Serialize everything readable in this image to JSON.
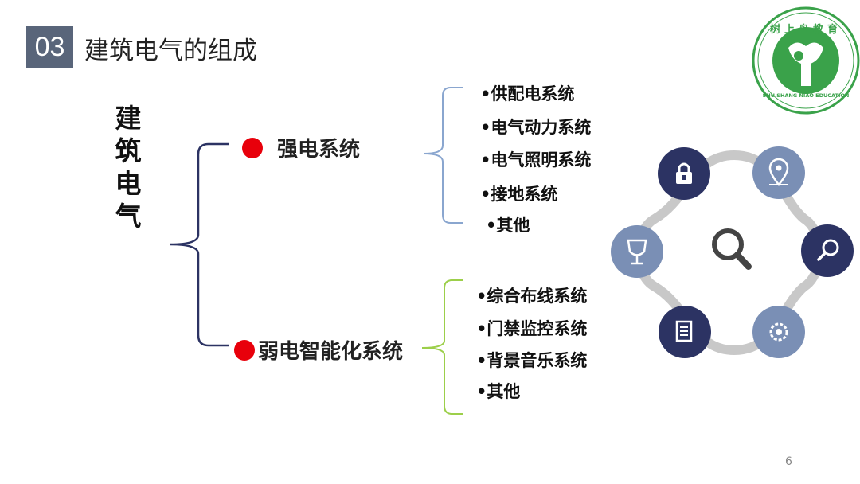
{
  "header": {
    "section_number": "03",
    "title": "建筑电气的组成"
  },
  "root": {
    "label": "建\n筑\n电\n气"
  },
  "branches": [
    {
      "label": "强电系统",
      "items": [
        "•供配电系统",
        "•电气动力系统",
        "•电气照明系统",
        "•接地系统",
        "•其他"
      ]
    },
    {
      "label": "弱电智能化系统",
      "items": [
        "•综合布线系统",
        "•门禁监控系统",
        "•背景音乐系统",
        "•其他"
      ]
    }
  ],
  "logo": {
    "text_top": "树上鸟教育",
    "text_bottom": "SHU SHANG NIAO EDUCATION"
  },
  "icons": [
    "lock-icon",
    "location-pin-icon",
    "search-icon",
    "magnifier-icon",
    "document-icon",
    "settings-icon",
    "trophy-icon"
  ],
  "colors": {
    "accent_dark": "#2c3363",
    "accent_light": "#7a8fb5",
    "bullet_red": "#e8000b",
    "bracket_blue": "#8aa6cf",
    "bracket_green": "#9ccf4a",
    "logo_green": "#3aa24a"
  },
  "footer": {
    "page_number": "6"
  }
}
